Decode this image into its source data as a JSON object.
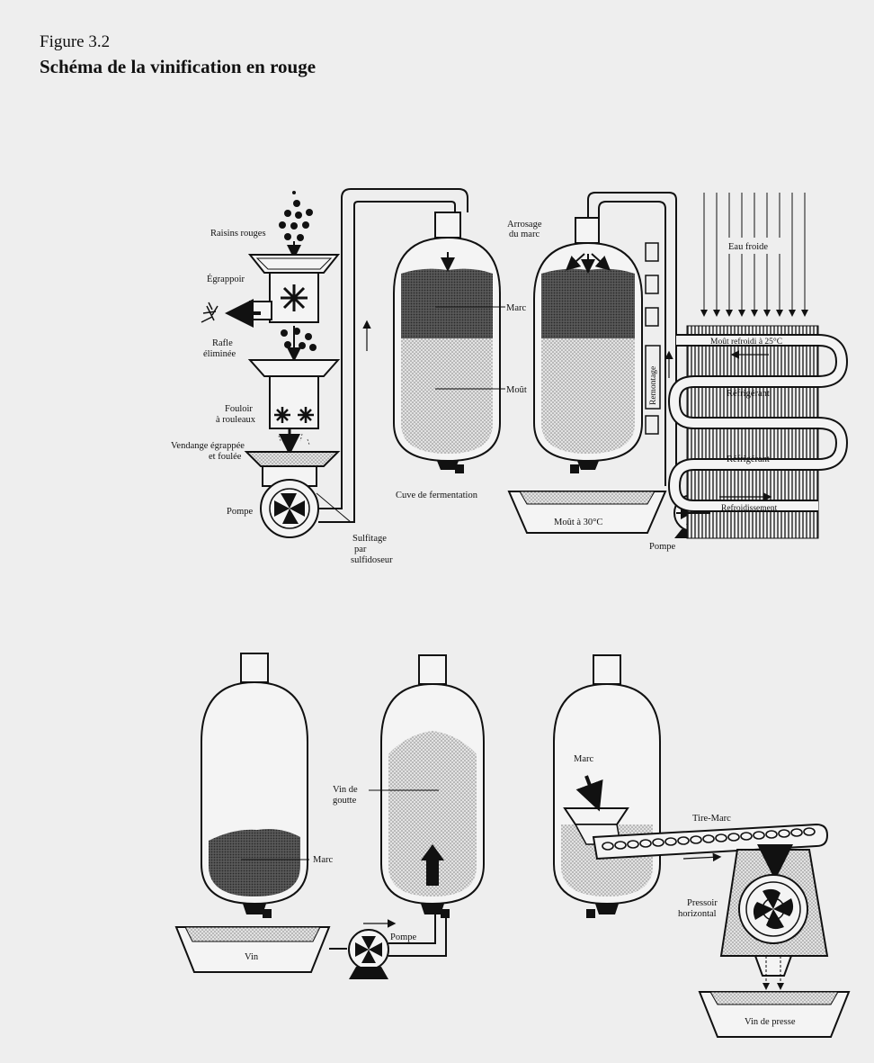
{
  "figure": {
    "number": "Figure 3.2",
    "title": "Schéma de la vinification en rouge"
  },
  "labels": {
    "raisins": "Raisins rouges",
    "egrappoir": "Égrappoir",
    "rafle_1": "Rafle",
    "rafle_2": "éliminée",
    "fouloir_1": "Fouloir",
    "fouloir_2": "à rouleaux",
    "vendange_1": "Vendange égrappée",
    "vendange_2": "et foulée",
    "pompe_1": "Pompe",
    "sulfitage_1": "Sulfitage",
    "sulfitage_2": "par",
    "sulfitage_3": "sulfidoseur",
    "marc_1": "Marc",
    "mout_1": "Moût",
    "cuve": "Cuve de fermentation",
    "arrosage_1": "Arrosage",
    "arrosage_2": "du marc",
    "remontage": "Remontage",
    "eau_froide": "Eau froide",
    "mout_refroidi": "Moût refroidi à 25°C",
    "refrigerant_1": "Réfrigérant",
    "refrigerant_2": "Réfrigérant",
    "refroidissement": "Refroidissement",
    "mout_30": "Moût à 30°C",
    "pompe_2": "Pompe",
    "marc_2": "Marc",
    "vin": "Vin",
    "pompe_3": "Pompe",
    "vin_goutte_1": "Vin de",
    "vin_goutte_2": "goutte",
    "marc_3": "Marc",
    "tire_marc": "Tire-Marc",
    "pressoir_1": "Pressoir",
    "pressoir_2": "horizontal",
    "vin_presse": "Vin de presse"
  },
  "colors": {
    "background": "#eeeeee",
    "ink": "#111111",
    "marc_fill": "#555555",
    "mout_fill": "#c9c9c9"
  }
}
